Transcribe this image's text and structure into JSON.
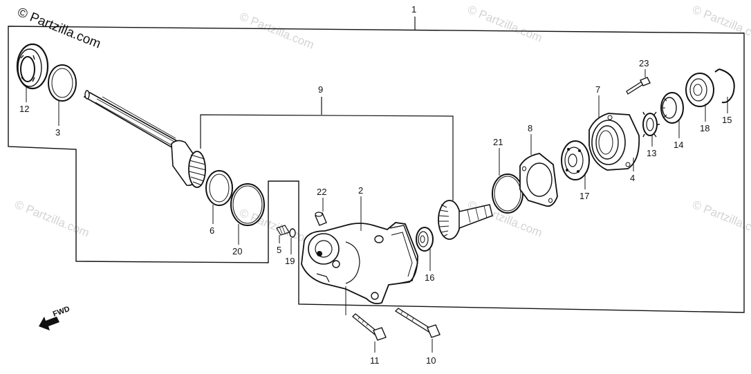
{
  "copyright": "© Partzilla.com",
  "watermark": "© Partzilla.com",
  "fwd_label": "FWD",
  "callouts": {
    "1": "1",
    "2": "2",
    "3": "3",
    "4": "4",
    "5": "5",
    "6": "6",
    "7": "7",
    "8": "8",
    "9": "9",
    "10": "10",
    "11": "11",
    "12": "12",
    "13": "13",
    "14": "14",
    "15": "15",
    "16": "16",
    "17": "17",
    "18": "18",
    "19": "19",
    "20": "20",
    "21": "21",
    "22": "22",
    "23": "23"
  },
  "colors": {
    "ink": "#111111",
    "watermark": "#d4d4d4",
    "background": "#ffffff"
  }
}
